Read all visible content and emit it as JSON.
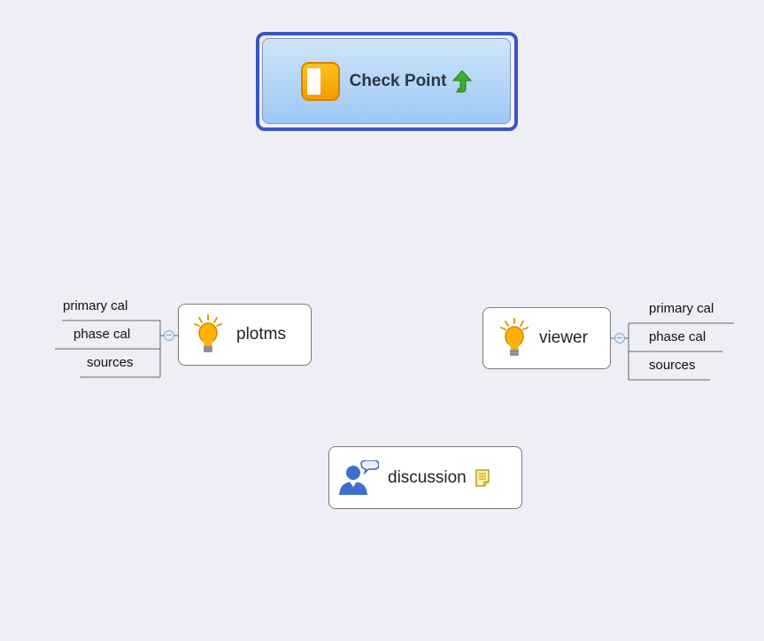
{
  "map": {
    "central": {
      "label": "Check Point",
      "icon": "task-half-complete-icon",
      "marker": "priority-up-arrow-icon",
      "accent": "#3b55c5"
    },
    "topics": [
      {
        "id": "plotms",
        "label": "plotms",
        "icon": "lightbulb-icon",
        "subtopics": [
          "primary cal",
          "phase cal",
          "sources"
        ]
      },
      {
        "id": "viewer",
        "label": "viewer",
        "icon": "lightbulb-icon",
        "subtopics": [
          "primary cal",
          "phase cal",
          "sources"
        ]
      },
      {
        "id": "discussion",
        "label": "discussion",
        "icon": "person-speech-icon",
        "marker": "note-icon"
      }
    ]
  }
}
